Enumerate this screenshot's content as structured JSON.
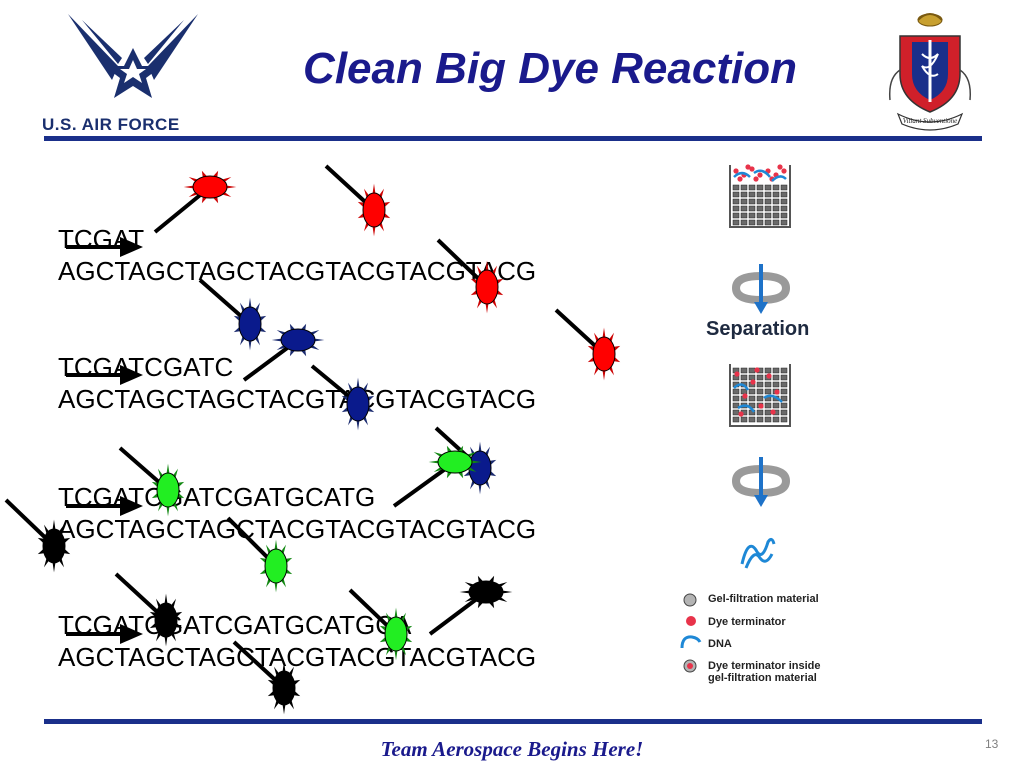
{
  "slide": {
    "title": "Clean Big Dye Reaction",
    "logo_left_text": "U.S. AIR FORCE",
    "seal_banner_text": "Vitiant Subventione",
    "footer": "Team Aerospace Begins Here!",
    "page_number": "13"
  },
  "sequences": [
    {
      "primer": "TCGAT",
      "template": "AGCTAGCTAGCTACGTACGTACGTACG"
    },
    {
      "primer": "TCGATCGATC",
      "template": "AGCTAGCTAGCTACGTACGTACGTACG"
    },
    {
      "primer": "TCGATCGATCGATGCATG",
      "template": "AGCTAGCTAGCTACGTACGTACGTACG"
    },
    {
      "primer": "TCGATCGATCGATGCATGCA",
      "template": "AGCTAGCTAGCTACGTACGTACGTACG"
    }
  ],
  "separation": {
    "label": "Separation"
  },
  "legend": [
    {
      "label": "Gel-filtration material",
      "color": "#b4b4b4"
    },
    {
      "label": "Dye terminator",
      "color": "#e8334a"
    },
    {
      "label": "DNA",
      "color": "#1e88d6"
    },
    {
      "label": "Dye terminator inside gel-filtration material",
      "color": "#e8334a"
    }
  ],
  "colors": {
    "title": "#1a1a8c",
    "rule": "#1a2f8a",
    "dye_red": "#ff0000",
    "dye_blue": "#0a1a8c",
    "dye_green": "#22ee22",
    "dye_black": "#000000",
    "spike_red": "#cc0000",
    "spike_blue": "#1a2a6e",
    "spike_green": "#118811"
  },
  "icons": {
    "air_force_logo": "air-force-wings-icon",
    "seal": "medical-corps-seal-icon",
    "primer_arrow": "right-arrow-icon",
    "dye": "starburst-dye-icon",
    "spin": "centrifuge-spin-icon",
    "column": "gel-column-icon",
    "dna": "dna-strand-icon"
  }
}
